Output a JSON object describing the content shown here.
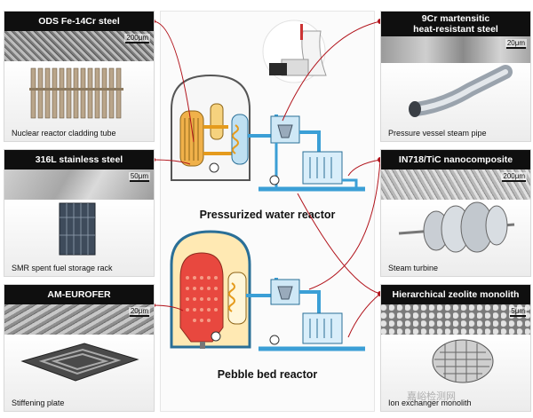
{
  "panels": {
    "ods": {
      "title": "ODS Fe-14Cr steel",
      "scale": "200μm",
      "caption": "Nuclear reactor cladding tube"
    },
    "ss316": {
      "title": "316L  stainless steel",
      "scale": "50μm",
      "caption": "SMR spent fuel storage rack"
    },
    "eurofer": {
      "title": "AM-EUROFER",
      "scale": "20μm",
      "caption": "Stiffening plate"
    },
    "cr9_line1": "9Cr martensitic",
    "cr9_line2": "heat-resistant steel",
    "cr9": {
      "scale": "20μm",
      "caption": "Pressure vessel steam pipe"
    },
    "in718": {
      "title": "IN718/TiC nanocomposite",
      "scale": "200μm",
      "caption": "Steam turbine"
    },
    "zeolite": {
      "title": "Hierarchical zeolite monolith",
      "scale": "5μm",
      "caption": "Ion exchanger monolith"
    }
  },
  "reactors": {
    "pwr": "Pressurized water reactor",
    "pbr": "Pebble bed reactor"
  },
  "watermark": "嘉峪检测网",
  "colors": {
    "connector": "#b1121a",
    "water": "#3b9fd6",
    "hot": "#f0b14a",
    "core": "#e8483f"
  }
}
